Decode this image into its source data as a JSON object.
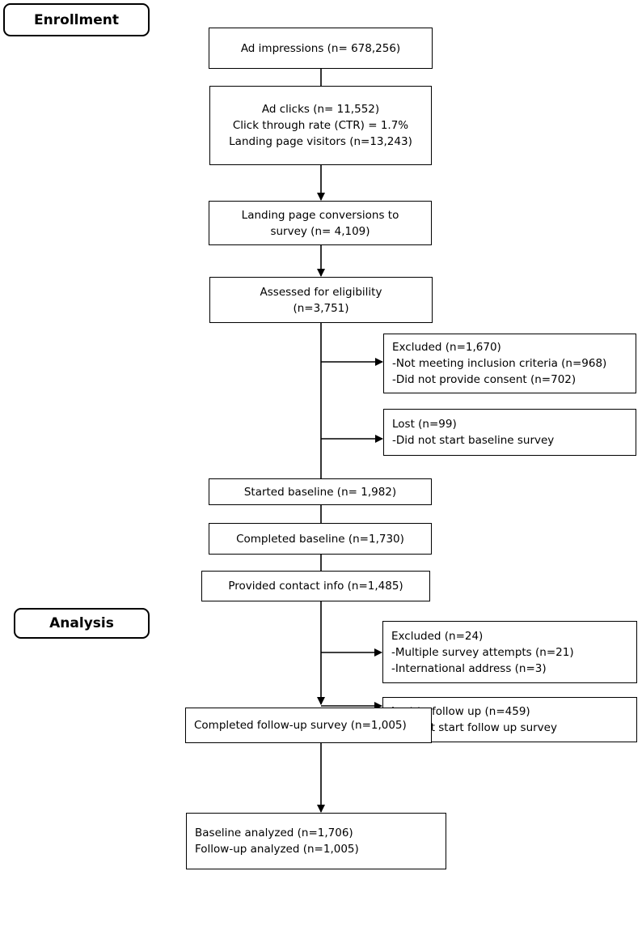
{
  "stages": {
    "enrollment": "Enrollment",
    "analysis": "Analysis"
  },
  "boxes": {
    "ad_impressions": [
      "Ad impressions  (n= 678,256)"
    ],
    "ad_clicks": [
      "Ad clicks (n= 11,552)",
      "Click through  rate (CTR) = 1.7%",
      "Landing page visitors (n=13,243)"
    ],
    "conversions": [
      "Landing page conversions to",
      "survey  (n= 4,109)"
    ],
    "eligibility": [
      "Assessed  for eligibility",
      "(n=3,751)"
    ],
    "excluded_1": [
      "Excluded   (n=1,670)",
      "-Not meeting inclusion criteria (n=968)",
      "-Did not provide  consent  (n=702)"
    ],
    "lost_1": [
      "Lost (n=99)",
      "-Did not start  baseline survey"
    ],
    "started_baseline": [
      "Started  baseline  (n= 1,982)"
    ],
    "completed_baseline": [
      "Completed  baseline  (n=1,730)"
    ],
    "contact_info": [
      "Provided  contact info (n=1,485)"
    ],
    "excluded_2": [
      "Excluded    (n=24)",
      "-Multiple survey attempts  (n=21)",
      "-International   address  (n=3)"
    ],
    "lost_2": [
      "Lost to follow up (n=459)",
      "-Did not start follow up survey"
    ],
    "followup_completed": [
      "Completed  follow-up survey (n=1,005)"
    ],
    "analyzed": [
      "Baseline analyzed   (n=1,706)",
      "Follow-up analyzed   (n=1,005)"
    ]
  }
}
